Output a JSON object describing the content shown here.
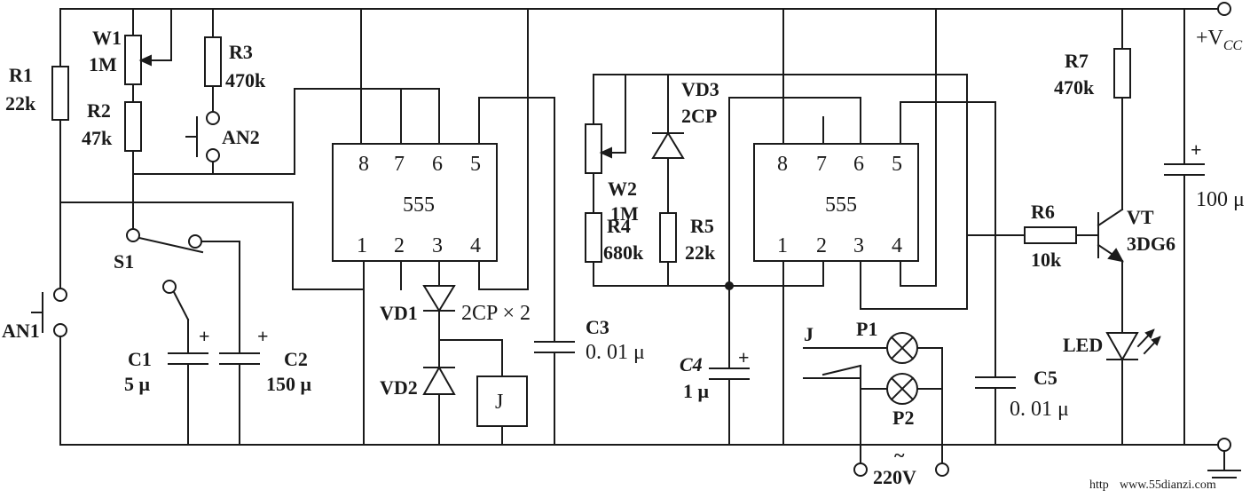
{
  "supply": {
    "vcc_label": "+V",
    "vcc_sub": "CC",
    "mains": "220V",
    "mains_symbol": "~"
  },
  "components": {
    "r1": {
      "ref": "R1",
      "value": "22k"
    },
    "w1": {
      "ref": "W1",
      "value": "1M"
    },
    "r2": {
      "ref": "R2",
      "value": "47k"
    },
    "r3": {
      "ref": "R3",
      "value": "470k"
    },
    "an2": {
      "ref": "AN2"
    },
    "an1": {
      "ref": "AN1"
    },
    "s1": {
      "ref": "S1"
    },
    "c1": {
      "ref": "C1",
      "value": "5 μ"
    },
    "c2": {
      "ref": "C2",
      "value": "150 μ"
    },
    "ic1": {
      "ref": "555",
      "pins_top": [
        "8",
        "7",
        "6",
        "5"
      ],
      "pins_bottom": [
        "1",
        "2",
        "3",
        "4"
      ]
    },
    "vd1": {
      "ref": "VD1",
      "value": "2CP × 2"
    },
    "vd2": {
      "ref": "VD2"
    },
    "relay": {
      "ref": "J"
    },
    "c3": {
      "ref": "C3",
      "value": "0. 01 μ"
    },
    "w2": {
      "ref": "W2",
      "value": "1M"
    },
    "vd3": {
      "ref": "VD3",
      "value": "2CP"
    },
    "r4": {
      "ref": "R4",
      "value": "680k"
    },
    "r5": {
      "ref": "R5",
      "value": "22k"
    },
    "c4": {
      "ref": "C4",
      "value": "1 μ"
    },
    "ic2": {
      "ref": "555",
      "pins_top": [
        "8",
        "7",
        "6",
        "5"
      ],
      "pins_bottom": [
        "1",
        "2",
        "3",
        "4"
      ]
    },
    "j_contact": {
      "ref": "J"
    },
    "p1": {
      "ref": "P1"
    },
    "p2": {
      "ref": "P2"
    },
    "c5": {
      "ref": "C5",
      "value": "0. 01 μ"
    },
    "r6": {
      "ref": "R6",
      "value": "10k"
    },
    "r7": {
      "ref": "R7",
      "value": "470k"
    },
    "vt": {
      "ref": "VT",
      "value": "3DG6"
    },
    "led": {
      "ref": "LED"
    },
    "c6": {
      "value": "100 μ"
    }
  },
  "watermark": {
    "left": "http",
    "right": "www.55dianzi.com"
  }
}
